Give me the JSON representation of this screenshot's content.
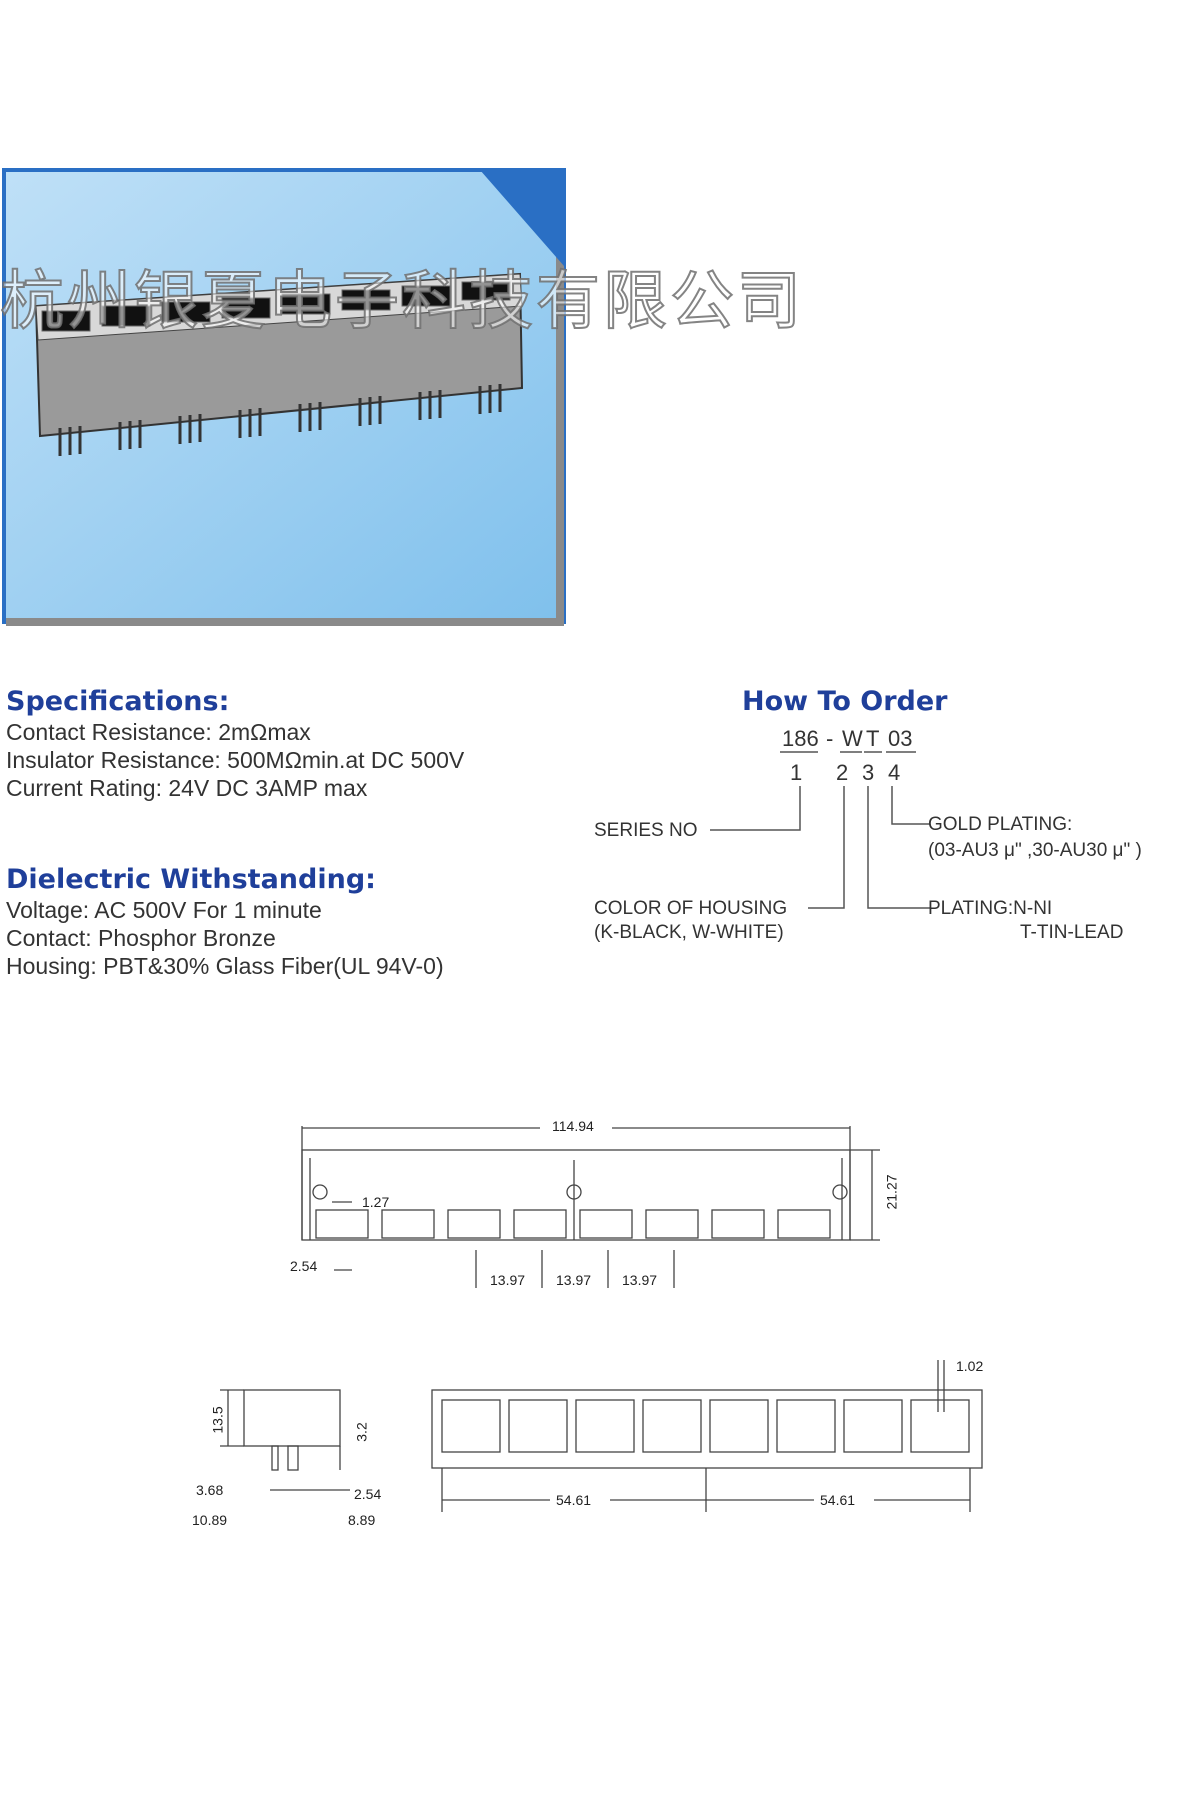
{
  "watermark": "杭州银夏电子科技有限公司",
  "specifications": {
    "title": "Specifications:",
    "lines": [
      "Contact Resistance: 2mΩmax",
      "Insulator Resistance: 500MΩmin.at  DC 500V",
      "Current Rating: 24V DC 3AMP max"
    ]
  },
  "dielectric": {
    "title": "Dielectric Withstanding:",
    "lines": [
      "Voltage: AC 500V For 1 minute",
      "Contact: Phosphor Bronze",
      "Housing: PBT&30% Glass Fiber(UL 94V-0)"
    ]
  },
  "how_to_order": {
    "title": "How To Order",
    "code_parts": [
      "186",
      "-",
      "W",
      "T",
      "03"
    ],
    "indices": [
      "1",
      "2",
      "3",
      "4"
    ],
    "labels": {
      "series": "SERIES NO",
      "color_1": "COLOR OF HOUSING",
      "color_2": "(K-BLACK, W-WHITE)",
      "gold_1": "GOLD PLATING:",
      "gold_2": "(03-AU3 μ\"  ,30-AU30 μ\"  )",
      "plating_1": "PLATING:N-NI",
      "plating_2": "T-TIN-LEAD"
    }
  },
  "dimensions": {
    "top_view": {
      "overall_width": "114.94",
      "height": "21.27",
      "pin_pitch": "1.27",
      "pin_spacing": "2.54",
      "port_pitch": [
        "13.97",
        "13.97",
        "13.97"
      ]
    },
    "side_view": {
      "height": "13.5",
      "offset": "3.2",
      "d1": "3.68",
      "d2": "2.54",
      "d3": "10.89",
      "d4": "8.89"
    },
    "front_view": {
      "pin": "1.02",
      "half_1": "54.61",
      "half_2": "54.61"
    }
  },
  "colors": {
    "frame_blue": "#2a6fc4",
    "title_blue": "#1f3f9a"
  }
}
